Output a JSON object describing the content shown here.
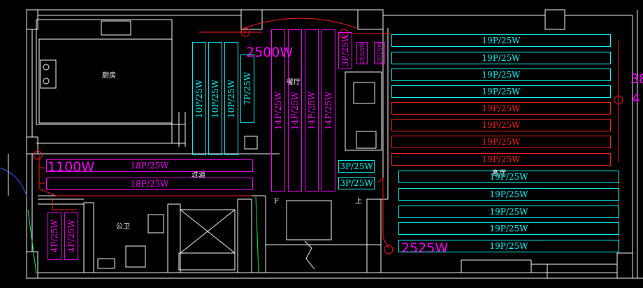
{
  "colors": {
    "background": "#000000",
    "wall": "#ffffff",
    "cyan": "#00ffff",
    "red": "#ff2020",
    "magenta": "#ff00ff",
    "green": "#00ff66",
    "blue": "#4060ff"
  },
  "rooms": {
    "kitchen": "厨房",
    "living": "餐厅",
    "corridor": "过道",
    "bath": "公卫",
    "bedroom": "客厅"
  },
  "power": {
    "top": "2500W",
    "left": "1100W",
    "bottom": "2525W",
    "right_a": "38",
    "right_b": "4"
  },
  "stair_marks": {
    "down": "F",
    "up": "上"
  },
  "panels": {
    "left_group": [
      "10P/25W",
      "10P/25W",
      "10P/25W",
      "7P/25W"
    ],
    "center_group": [
      "14P/25W",
      "14P/25W",
      "14P/25W",
      "14P/25W"
    ],
    "top_small": [
      "3P/25W",
      "2P/25W",
      "2P/25W"
    ],
    "corridor": [
      "18P/25W",
      "18P/25W"
    ],
    "bath": [
      "4P/25W",
      "4P/25W"
    ],
    "right_upper": [
      "19P/25W",
      "19P/25W",
      "19P/25W",
      "19P/25W"
    ],
    "right_red": [
      "19P/25W",
      "19P/25W",
      "19P/25W",
      "19P/25W"
    ],
    "mid_small": [
      "3P/25W",
      "3P/25W"
    ],
    "right_lower": [
      "19P/25W",
      "19P/25W",
      "19P/25W",
      "19P/25W",
      "19P/25W"
    ]
  }
}
